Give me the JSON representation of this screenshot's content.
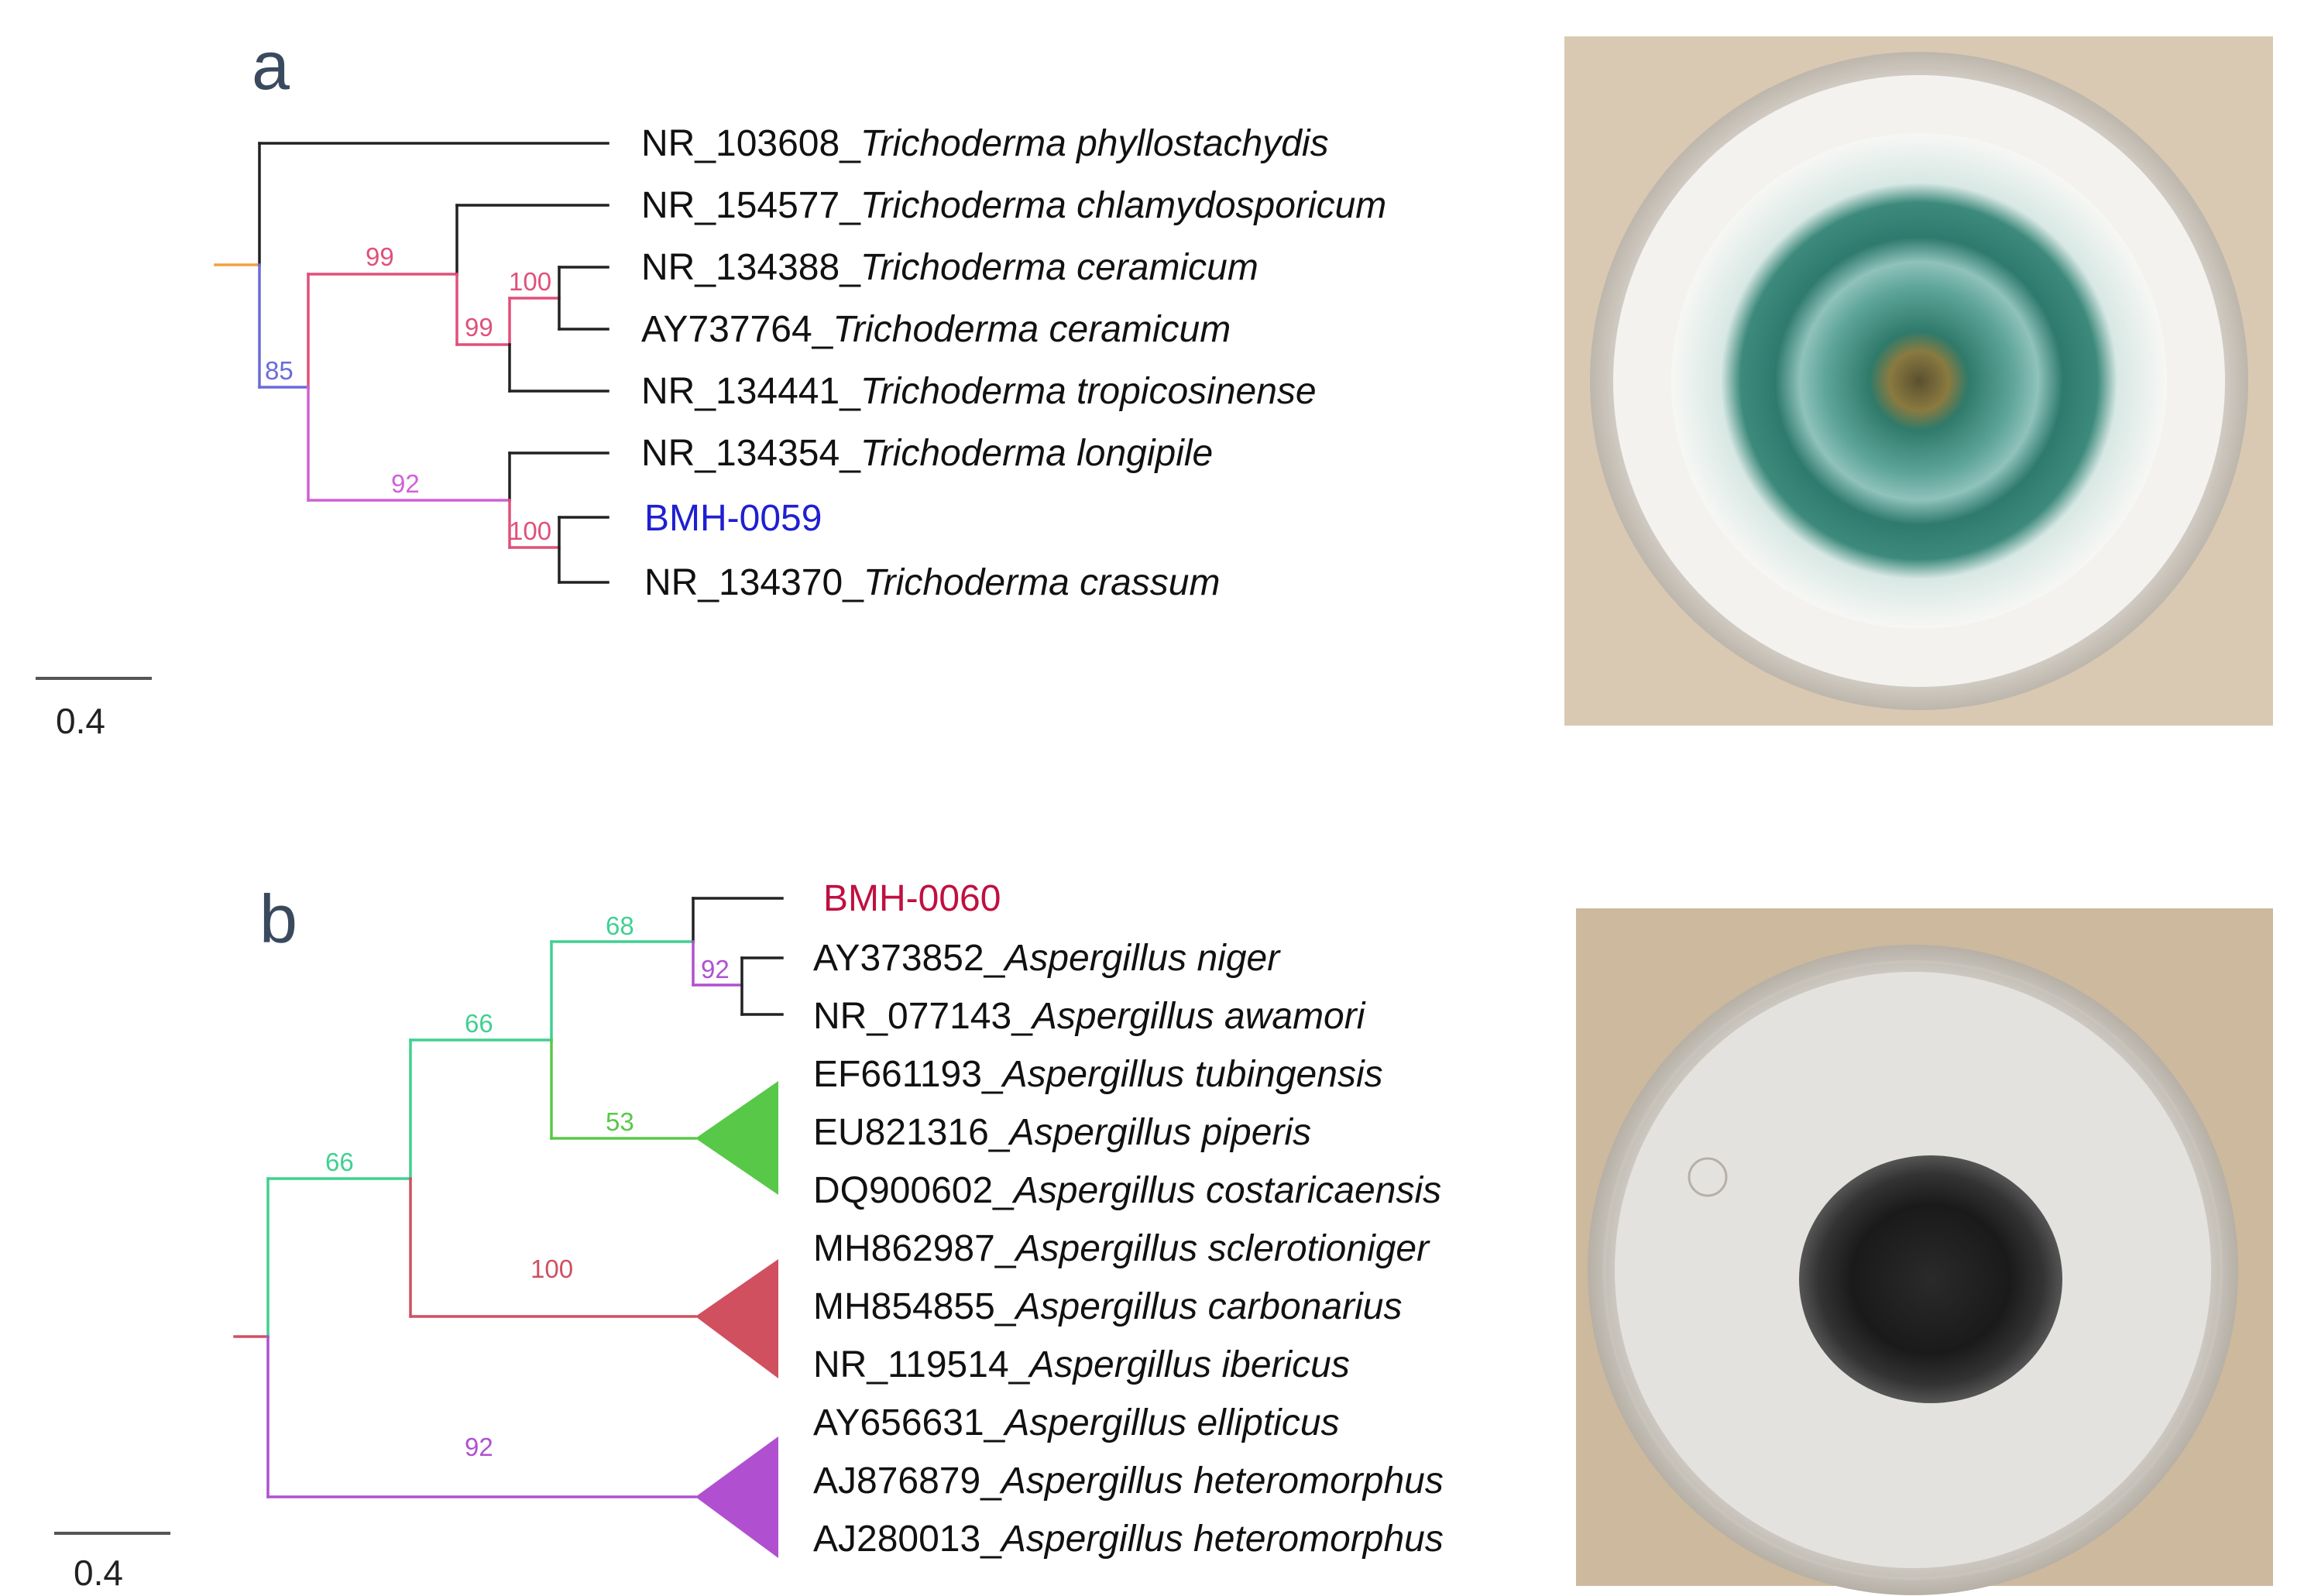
{
  "panel_a": {
    "letter": "a",
    "scale_label": "0.4",
    "taxa": [
      {
        "accession": "NR_103608",
        "species": "Trichoderma phyllostachydis"
      },
      {
        "accession": "NR_154577",
        "species": "Trichoderma chlamydosporicum"
      },
      {
        "accession": "NR_134388",
        "species": "Trichoderma ceramicum"
      },
      {
        "accession": "AY737764",
        "species": "Trichoderma ceramicum"
      },
      {
        "accession": "NR_134441",
        "species": "Trichoderma tropicosinense"
      },
      {
        "accession": "NR_134354",
        "species": "Trichoderma longipile"
      },
      {
        "accession": "BMH-0059",
        "species": ""
      },
      {
        "accession": "NR_134370",
        "species": "Trichoderma crassum"
      }
    ],
    "bootstrap": [
      "99",
      "100",
      "99",
      "85",
      "92",
      "100"
    ],
    "colors": {
      "branch": "#222222",
      "node99": "#e0507a",
      "node85": "#6b6bd8",
      "node92": "#d060d8",
      "root": "#f0a040",
      "isolate": "#1f1fd0"
    },
    "photo": {
      "icon": "petri-dish-green-colony"
    }
  },
  "panel_b": {
    "letter": "b",
    "scale_label": "0.4",
    "taxa": [
      {
        "accession": "BMH-0060",
        "species": ""
      },
      {
        "accession": "AY373852",
        "species": "Aspergillus niger"
      },
      {
        "accession": "NR_077143",
        "species": "Aspergillus awamori"
      },
      {
        "accession": "EF661193",
        "species": "Aspergillus tubingensis"
      },
      {
        "accession": "EU821316",
        "species": "Aspergillus piperis"
      },
      {
        "accession": "DQ900602",
        "species": "Aspergillus costaricaensis"
      },
      {
        "accession": "MH862987",
        "species": "Aspergillus sclerotioniger"
      },
      {
        "accession": "MH854855",
        "species": "Aspergillus carbonarius"
      },
      {
        "accession": "NR_119514",
        "species": "Aspergillus ibericus"
      },
      {
        "accession": "AY656631",
        "species": "Aspergillus ellipticus"
      },
      {
        "accession": "AJ876879",
        "species": "Aspergillus heteromorphus"
      },
      {
        "accession": "AJ280013",
        "species": "Aspergillus heteromorphus"
      }
    ],
    "bootstrap": [
      "68",
      "92",
      "66",
      "53",
      "66",
      "100",
      "92"
    ],
    "colors": {
      "branch": "#222222",
      "teal": "#40d090",
      "green": "#58c848",
      "red": "#d05060",
      "purple": "#b050d0",
      "isolate": "#c01040"
    },
    "photo": {
      "icon": "petri-dish-black-colony"
    }
  }
}
